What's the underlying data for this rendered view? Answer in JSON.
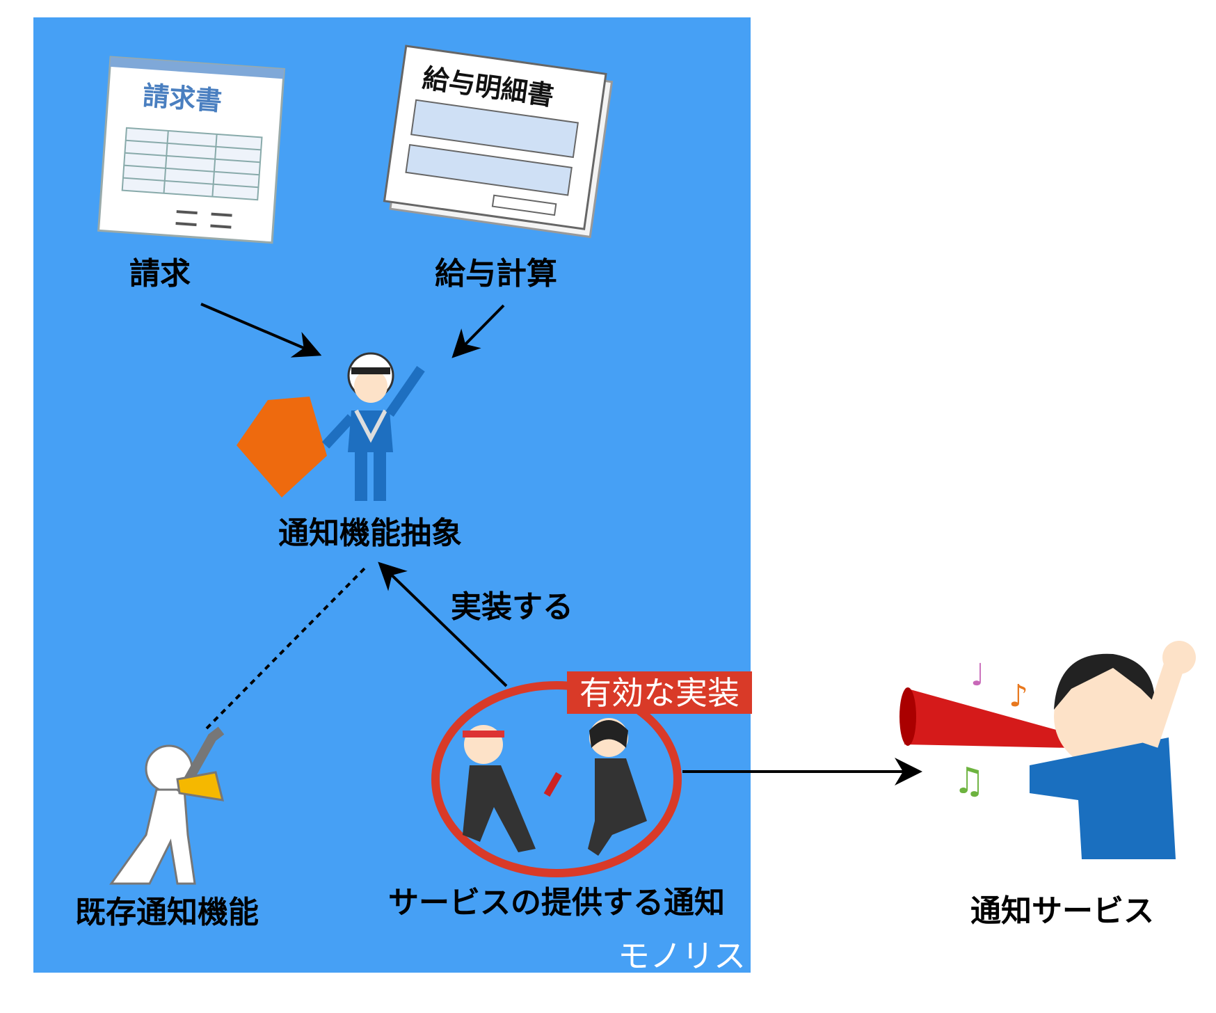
{
  "colors": {
    "monolith_bg": "#46A0F5",
    "highlight": "#D93A28",
    "text": "#000000"
  },
  "monolith": {
    "label": "モノリス"
  },
  "nodes": {
    "billing": {
      "label": "請求",
      "doc_title": "請求書"
    },
    "payroll": {
      "label": "給与計算",
      "doc_title": "給与明細書"
    },
    "abstraction": {
      "label": "通知機能抽象"
    },
    "legacy": {
      "label": "既存通知機能"
    },
    "service_impl": {
      "label": "サービスの提供する通知",
      "badge": "有効な実装"
    },
    "external": {
      "label": "通知サービス"
    }
  },
  "edges": {
    "implements": {
      "label": "実装する"
    }
  }
}
